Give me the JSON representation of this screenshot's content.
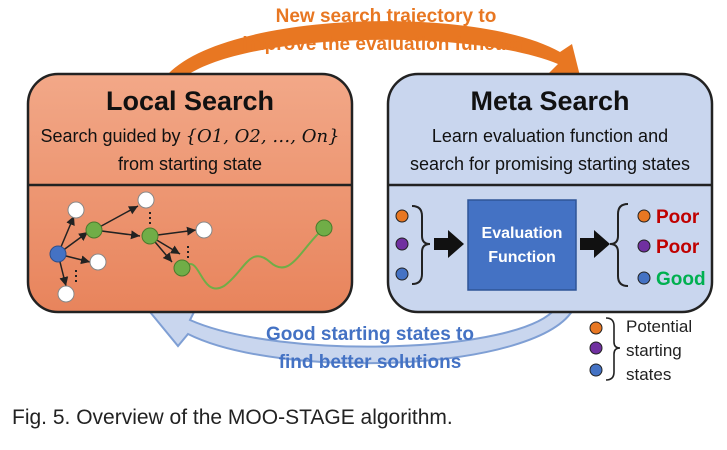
{
  "top_arrow": {
    "line1": "New search trajectory to",
    "line2": "improve the evaluation function",
    "color": "#e87722"
  },
  "local_search": {
    "title": "Local Search",
    "desc_prefix": "Search guided by ",
    "desc_math": "{O1, O2, …, On}",
    "desc_line2": "from starting state",
    "fill": "#f2a888",
    "fill_bottom": "#e8845c"
  },
  "meta_search": {
    "title": "Meta Search",
    "desc_line1": "Learn evaluation function and",
    "desc_line2": "search for promising starting states",
    "fill": "#c9d6ee",
    "eval_box_line1": "Evaluation",
    "eval_box_line2": "Function",
    "eval_box_color": "#4472c4",
    "outputs": [
      {
        "label": "Poor",
        "dot_color": "#e87722",
        "text_color": "#c00000"
      },
      {
        "label": "Poor",
        "dot_color": "#7030a0",
        "text_color": "#c00000"
      },
      {
        "label": "Good",
        "dot_color": "#4472c4",
        "text_color": "#00b050"
      }
    ],
    "inputs": [
      {
        "dot_color": "#e87722"
      },
      {
        "dot_color": "#7030a0"
      },
      {
        "dot_color": "#4472c4"
      }
    ]
  },
  "bottom_arrow": {
    "line1": "Good starting states to",
    "line2": "find better solutions",
    "color": "#4472c4"
  },
  "legend": {
    "label_line1": "Potential",
    "label_line2": "starting",
    "label_line3": "states",
    "dots": [
      "#e87722",
      "#7030a0",
      "#4472c4"
    ]
  },
  "node_colors": {
    "start": "#4472c4",
    "path": "#70ad47",
    "neighbor": "#ffffff"
  },
  "caption": "Fig. 5. Overview of the MOO-STAGE algorithm."
}
